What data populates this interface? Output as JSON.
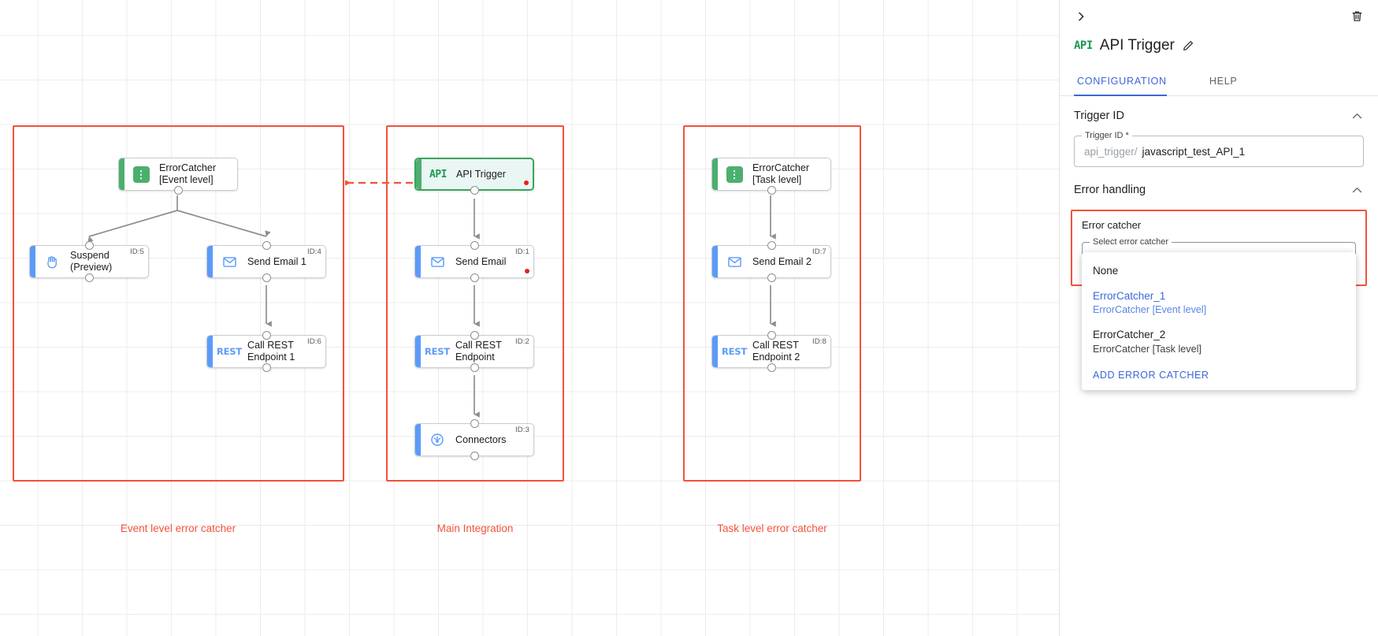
{
  "canvas": {
    "groups": [
      {
        "id": "event-level",
        "label": "Event level error catcher"
      },
      {
        "id": "main",
        "label": "Main Integration"
      },
      {
        "id": "task-level",
        "label": "Task level error catcher"
      }
    ],
    "nodes": [
      {
        "key": "ec1",
        "label": "ErrorCatcher\n[Event level]",
        "icon": "error-catcher-icon",
        "id_badge": "",
        "dot": false,
        "selected": false,
        "accent": "green"
      },
      {
        "key": "suspend",
        "label": "Suspend\n(Preview)",
        "icon": "hand-suspend-icon",
        "id_badge": "ID:5",
        "dot": false,
        "selected": false,
        "accent": "blue"
      },
      {
        "key": "email1",
        "label": "Send Email 1",
        "icon": "envelope-icon",
        "id_badge": "ID:4",
        "dot": false,
        "selected": false,
        "accent": "blue"
      },
      {
        "key": "rest1",
        "label": "Call REST\nEndpoint 1",
        "icon": "rest-icon",
        "id_badge": "ID:6",
        "dot": false,
        "selected": false,
        "accent": "blue"
      },
      {
        "key": "apitrig",
        "label": "API Trigger",
        "icon": "api-icon",
        "id_badge": "",
        "dot": true,
        "selected": true,
        "accent": "green"
      },
      {
        "key": "email0",
        "label": "Send Email",
        "icon": "envelope-icon",
        "id_badge": "ID:1",
        "dot": true,
        "selected": false,
        "accent": "blue"
      },
      {
        "key": "rest0",
        "label": "Call REST\nEndpoint",
        "icon": "rest-icon",
        "id_badge": "ID:2",
        "dot": false,
        "selected": false,
        "accent": "blue"
      },
      {
        "key": "conn",
        "label": "Connectors",
        "icon": "connectors-icon",
        "id_badge": "ID:3",
        "dot": false,
        "selected": false,
        "accent": "blue"
      },
      {
        "key": "ec2",
        "label": "ErrorCatcher\n[Task level]",
        "icon": "error-catcher-icon",
        "id_badge": "",
        "dot": false,
        "selected": false,
        "accent": "green"
      },
      {
        "key": "email2",
        "label": "Send Email 2",
        "icon": "envelope-icon",
        "id_badge": "ID:7",
        "dot": false,
        "selected": false,
        "accent": "blue"
      },
      {
        "key": "rest2",
        "label": "Call REST\nEndpoint 2",
        "icon": "rest-icon",
        "id_badge": "ID:8",
        "dot": false,
        "selected": false,
        "accent": "blue"
      }
    ]
  },
  "panel": {
    "title": "API Trigger",
    "icon_label": "API",
    "collapse_icon": "chevron-right-icon",
    "delete_icon": "trash-icon",
    "edit_icon": "pencil-icon",
    "tabs": [
      {
        "label": "CONFIGURATION",
        "active": true
      },
      {
        "label": "HELP",
        "active": false
      }
    ],
    "trigger_id_section": {
      "title": "Trigger ID",
      "field_legend": "Trigger ID *",
      "prefix": "api_trigger/",
      "value": "javascript_test_API_1"
    },
    "error_handling_section": {
      "title": "Error handling",
      "error_catcher_label": "Error catcher",
      "select_legend": "Select error catcher",
      "selected_value": "ErrorCatcher_1",
      "options": [
        {
          "primary": "None",
          "secondary": "",
          "selected": false
        },
        {
          "primary": "ErrorCatcher_1",
          "secondary": "ErrorCatcher [Event level]",
          "selected": true
        },
        {
          "primary": "ErrorCatcher_2",
          "secondary": "ErrorCatcher [Task level]",
          "selected": false
        }
      ],
      "add_action": "ADD ERROR CATCHER"
    }
  },
  "colors": {
    "group_red": "#f4513b",
    "accent_blue": "#5b9bf8",
    "accent_green": "#4caf6d",
    "link_blue": "#3b67d8",
    "error_dot": "#e5231b"
  }
}
